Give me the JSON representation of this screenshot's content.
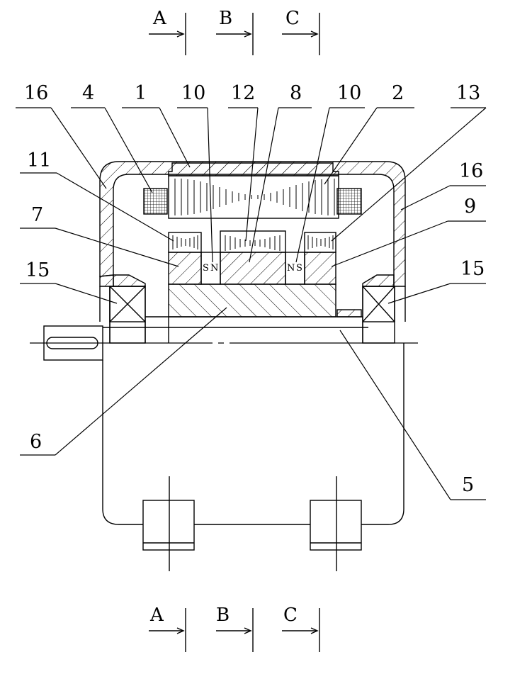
{
  "section_marks": {
    "top": [
      "A",
      "B",
      "C"
    ],
    "bottom": [
      "A",
      "B",
      "C"
    ]
  },
  "callouts": {
    "c16_left": "16",
    "c4": "4",
    "c1": "1",
    "c10_left": "10",
    "c12": "12",
    "c8": "8",
    "c10_right": "10",
    "c2": "2",
    "c13": "13",
    "c11": "11",
    "c16_right": "16",
    "c7": "7",
    "c9": "9",
    "c15_left": "15",
    "c15_right": "15",
    "c6": "6",
    "c5": "5"
  },
  "magnet_poles": {
    "left_s": "S",
    "left_n": "N",
    "right_n": "N",
    "right_s": "S"
  }
}
